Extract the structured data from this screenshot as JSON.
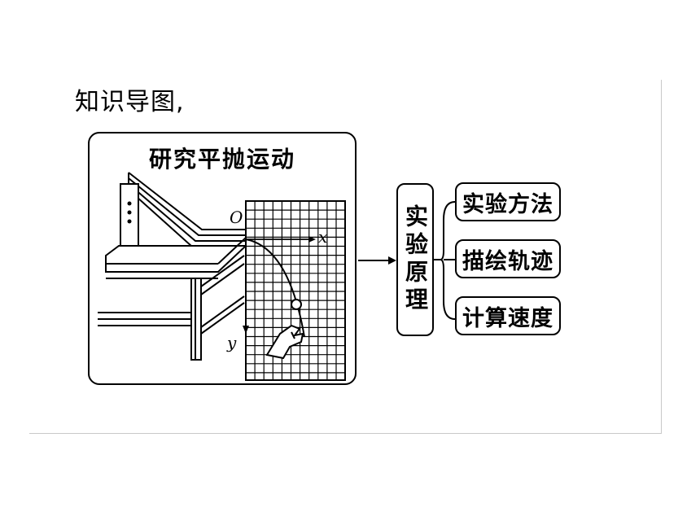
{
  "heading": "知识导图,",
  "panel": {
    "title": "研究平抛运动",
    "origin_label": "O",
    "x_label": "x",
    "y_label": "y"
  },
  "center_box": {
    "label": "实验原理"
  },
  "options": [
    {
      "label": "实验方法"
    },
    {
      "label": "描绘轨迹"
    },
    {
      "label": "计算速度"
    }
  ]
}
